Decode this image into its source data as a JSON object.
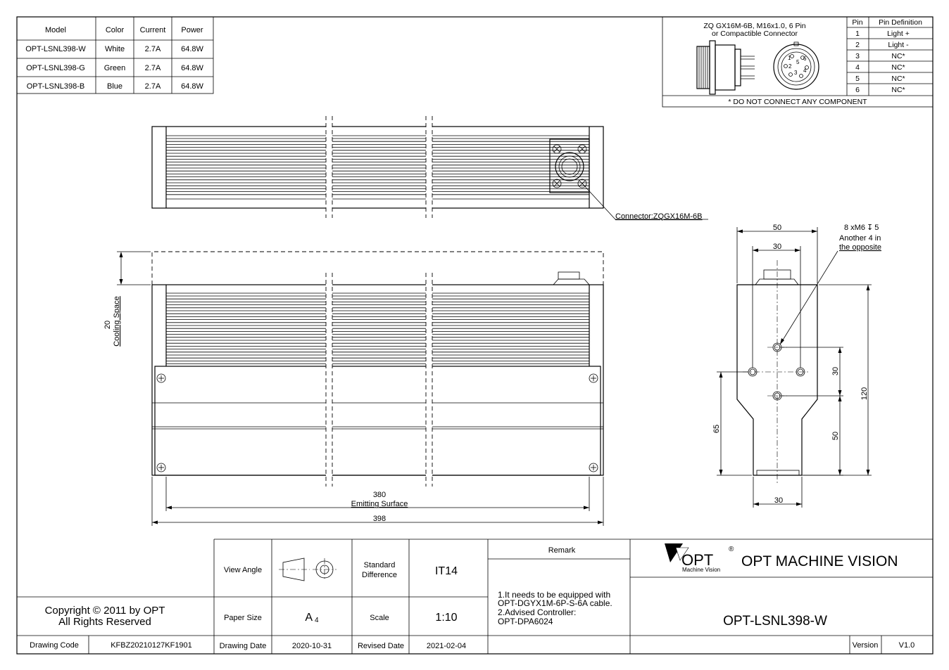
{
  "spec_table": {
    "headers": [
      "Model",
      "Color",
      "Current",
      "Power"
    ],
    "rows": [
      [
        "OPT-LSNL398-W",
        "White",
        "2.7A",
        "64.8W"
      ],
      [
        "OPT-LSNL398-G",
        "Green",
        "2.7A",
        "64.8W"
      ],
      [
        "OPT-LSNL398-B",
        "Blue",
        "2.7A",
        "64.8W"
      ]
    ]
  },
  "connector_panel": {
    "title_line1": "ZQ GX16M-6B, M16x1.0, 6 Pin",
    "title_line2": "or Compactible Connector",
    "pin_header": "Pin",
    "def_header": "Pin Definition",
    "pins": [
      {
        "pin": "1",
        "definition": "Light +"
      },
      {
        "pin": "2",
        "definition": "Light -"
      },
      {
        "pin": "3",
        "definition": "NC*"
      },
      {
        "pin": "4",
        "definition": "NC*"
      },
      {
        "pin": "5",
        "definition": "NC*"
      },
      {
        "pin": "6",
        "definition": "NC*"
      }
    ],
    "face_numbers": [
      "1",
      "2",
      "3",
      "4",
      "5",
      "6"
    ],
    "footnote": "* DO NOT CONNECT ANY COMPONENT"
  },
  "top_view": {
    "connector_label": "Connector:ZQGX16M-6B"
  },
  "front_view": {
    "cooling_value": "20",
    "cooling_label": "Cooling Space",
    "emitting_value": "380",
    "emitting_label": "Emitting Surface",
    "overall_length": "398"
  },
  "side_view": {
    "width_outer": "50",
    "width_inner": "30",
    "hole_note_line1": "8 xM6",
    "hole_note_depth": "5",
    "hole_note_line2": "Another 4 in",
    "hole_note_line3": "the opposite",
    "dim_hole_spacing": "30",
    "dim_height": "120",
    "dim_lower": "50",
    "dim_65": "65",
    "dim_bottom_width": "30"
  },
  "title_block": {
    "copyright_line1": "Copyright © 2011 by OPT",
    "copyright_line2": "All Rights Reserved",
    "drawing_code_label": "Drawing Code",
    "drawing_code": "KFBZ20210127KF1901",
    "view_angle_label": "View Angle",
    "standard_diff_label_line1": "Standard",
    "standard_diff_label_line2": "Difference",
    "standard_diff": "IT14",
    "paper_size_label": "Paper Size",
    "paper_size": "A",
    "paper_size_sub": "4",
    "scale_label": "Scale",
    "scale": "1:10",
    "drawing_date_label": "Drawing Date",
    "drawing_date": "2020-10-31",
    "revised_date_label": "Revised Date",
    "revised_date": "2021-02-04",
    "remark_label": "Remark",
    "remarks": [
      "1.It needs to be equipped with",
      "OPT-DGYX1M-6P-S-6A cable.",
      "2.Advised Controller:",
      "OPT-DPA6024"
    ],
    "logo_text": "OPT",
    "logo_registered": "®",
    "logo_sub": "Machine Vision",
    "company": "OPT MACHINE VISION",
    "model": "OPT-LSNL398-W",
    "version_label": "Version",
    "version": "V1.0"
  }
}
